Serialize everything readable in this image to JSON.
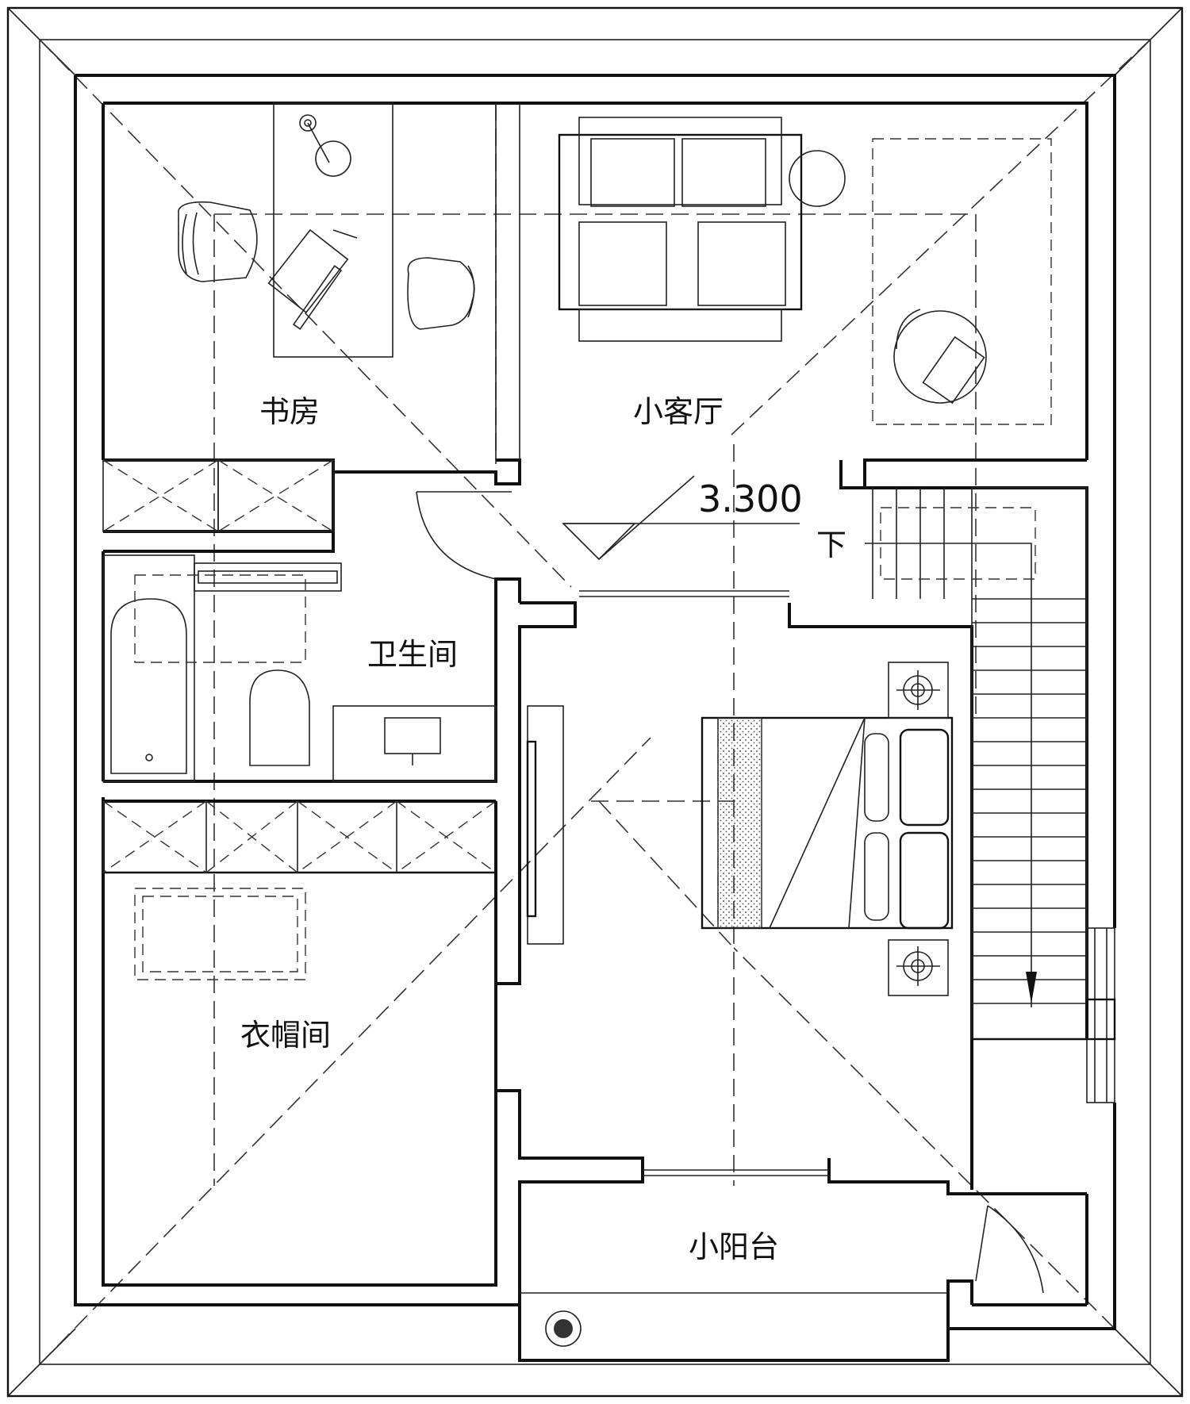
{
  "rooms": {
    "study": "书房",
    "living": "小客厅",
    "bathroom": "卫生间",
    "cloakroom": "衣帽间",
    "balcony": "小阳台"
  },
  "elevation": "3.300",
  "stair_direction": "下",
  "colors": {
    "line": "#111111",
    "background": "#ffffff"
  }
}
